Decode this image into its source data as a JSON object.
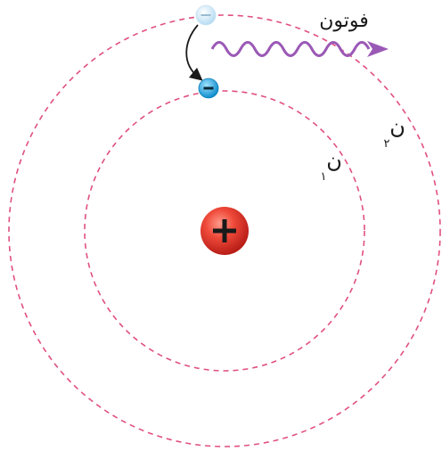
{
  "labels": {
    "photon": "فوتون",
    "outer_orbit": "ن",
    "outer_orbit_index": "٢",
    "inner_orbit": "ن",
    "inner_orbit_index": "١",
    "nucleus_sign": "+",
    "electron_sign": "−",
    "excited_electron_sign": "−"
  },
  "colors": {
    "orbit": "#e0507f",
    "photon": "#9b59b6",
    "nucleus": "#e53935",
    "electron": "#1ea7e0",
    "excited_electron": "#cfe8f7",
    "arrow": "#1a1a1a"
  }
}
